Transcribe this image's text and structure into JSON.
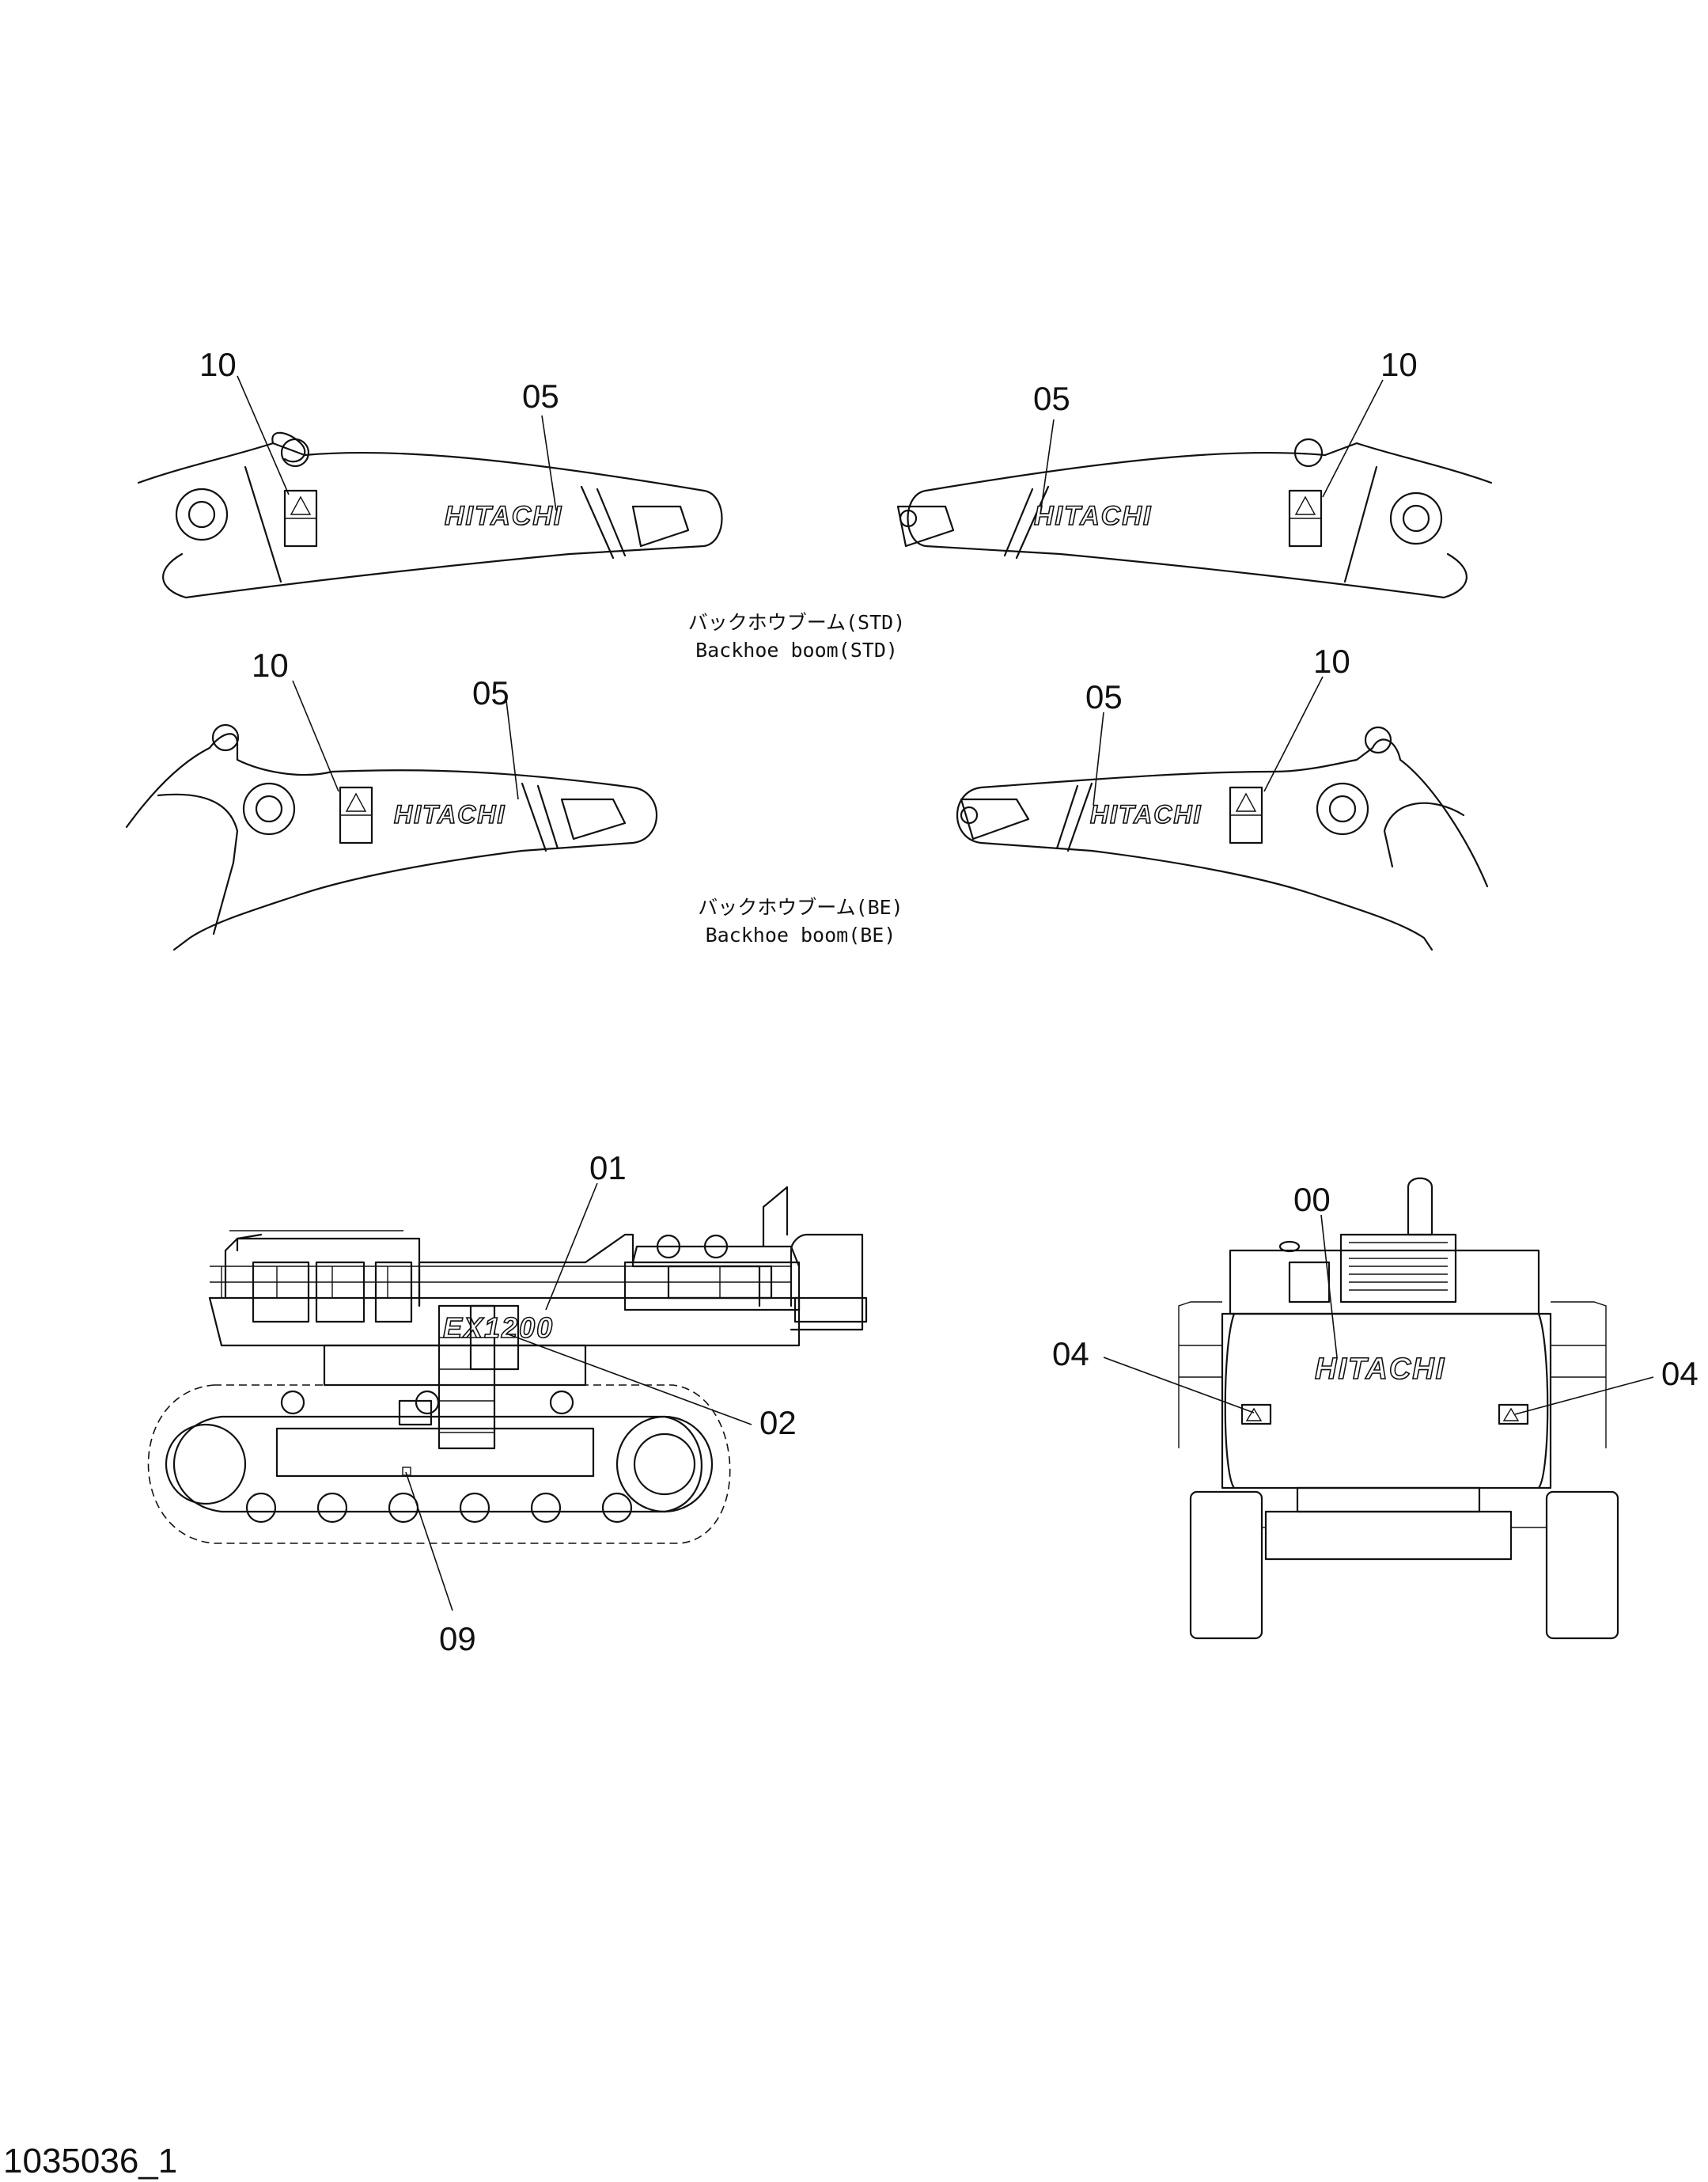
{
  "captions": {
    "std_jp": "バックホウブーム(STD)",
    "std_en": "Backhoe boom(STD)",
    "be_jp": "バックホウブーム(BE)",
    "be_en": "Backhoe boom(BE)"
  },
  "brand_text": "HITACHI",
  "model_text": "EX1200",
  "callouts": {
    "std_left_10": "10",
    "std_left_05": "05",
    "std_right_05": "05",
    "std_right_10": "10",
    "be_left_10": "10",
    "be_left_05": "05",
    "be_right_05": "05",
    "be_right_10": "10",
    "side_01": "01",
    "side_02": "02",
    "side_09": "09",
    "rear_00": "00",
    "rear_04_left": "04",
    "rear_04_right": "04"
  },
  "drawing_number": "1035036_1"
}
